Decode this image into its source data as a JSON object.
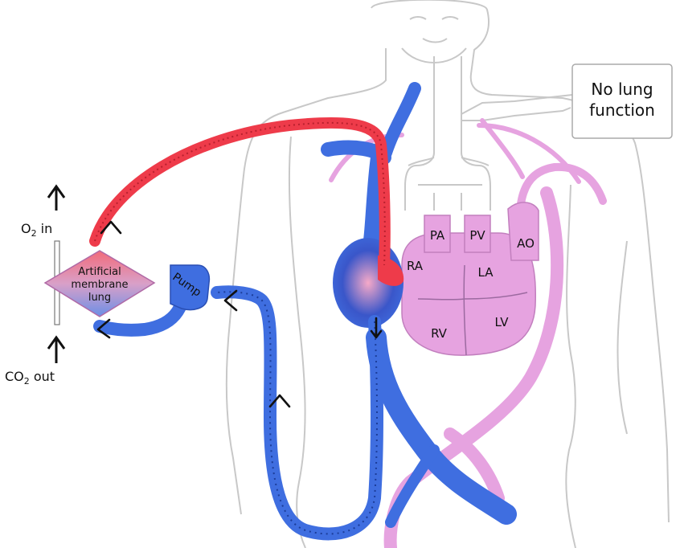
{
  "callout": {
    "line1": "No lung",
    "line2": "function"
  },
  "device": {
    "line1": "Artificial",
    "line2": "membrane",
    "line3": "lung",
    "pump_label": "Pump"
  },
  "gas": {
    "o2_prefix": "O",
    "o2_sub": "2",
    "o2_suffix": " in",
    "co2_prefix": "CO",
    "co2_sub": "2",
    "co2_suffix": " out"
  },
  "heart": {
    "pa": "PA",
    "pv": "PV",
    "ao": "AO",
    "ra": "RA",
    "la": "LA",
    "rv": "RV",
    "lv": "LV"
  },
  "colors": {
    "oxygenated": "#ee3b4a",
    "deoxygenated": "#3f6ee0",
    "systemic": "#e6a3e0",
    "outline": "#c8c8c8"
  }
}
